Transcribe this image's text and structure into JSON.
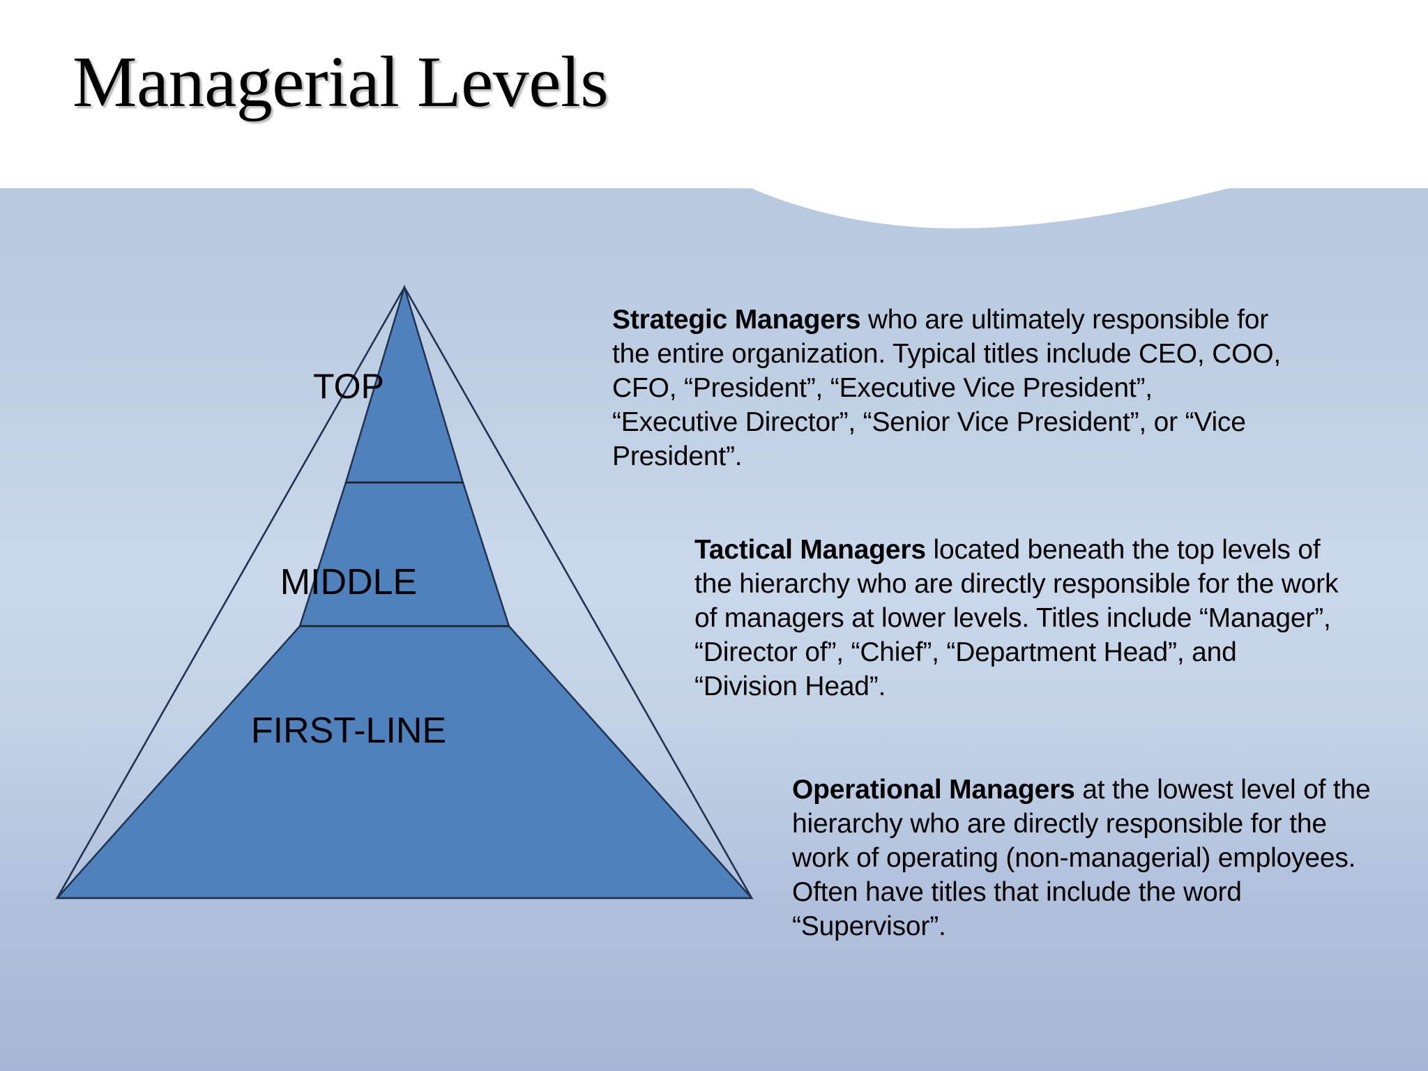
{
  "slide": {
    "title": "Managerial Levels",
    "background_top_color": "#ffffff",
    "panel_color_top": "#b3c6de",
    "panel_color_mid": "#c7d6e8",
    "panel_color_bottom": "#a8b8d8",
    "pyramid_fill": "#4f81bd",
    "pyramid_stroke": "#1f3350",
    "text_color": "#000000"
  },
  "pyramid": {
    "tiers": [
      {
        "id": "top",
        "label": "TOP"
      },
      {
        "id": "middle",
        "label": "MIDDLE"
      },
      {
        "id": "first-line",
        "label": "FIRST-LINE"
      }
    ]
  },
  "descriptions": [
    {
      "id": "strategic",
      "lead": "Strategic Managers",
      "body": " who are ultimately responsible for the entire organization. Typical titles include CEO, COO, CFO, “President”, “Executive Vice President”, “Executive Director”, “Senior Vice President”, or “Vice President”."
    },
    {
      "id": "tactical",
      "lead": "Tactical Managers",
      "body": " located beneath the top levels of the hierarchy who are directly responsible for the work of managers at lower levels. Titles include “Manager”, “Director of”, “Chief”, “Department Head”, and “Division Head”."
    },
    {
      "id": "operational",
      "lead": "Operational Managers",
      "body": " at the lowest level of the hierarchy who are directly responsible for the work of operating (non-managerial) employees. Often have titles that include the word “Supervisor”."
    }
  ]
}
